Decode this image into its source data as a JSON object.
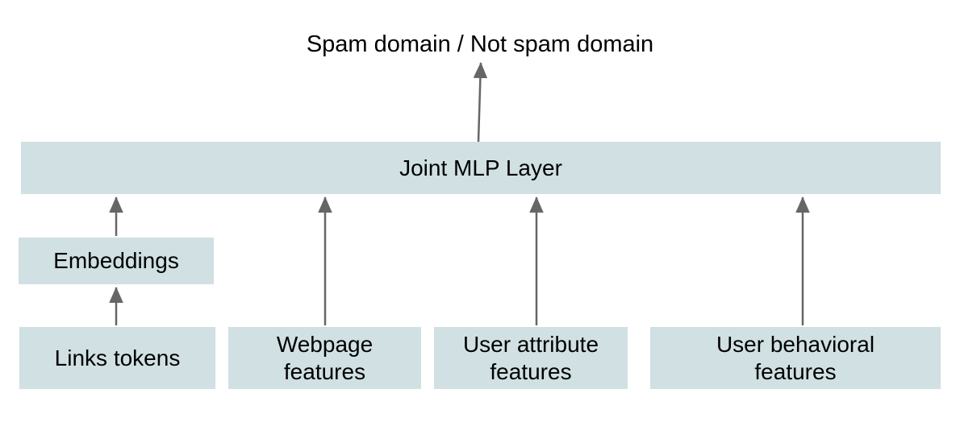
{
  "output": {
    "label": "Spam domain / Not spam domain"
  },
  "nodes": {
    "joint_mlp": {
      "label": "Joint MLP Layer"
    },
    "embeddings": {
      "label": "Embeddings"
    },
    "links_tokens": {
      "label": "Links tokens"
    },
    "webpage_features": {
      "label": "Webpage features",
      "lines": [
        "Webpage",
        "features"
      ]
    },
    "user_attribute_features": {
      "label": "User attribute features",
      "lines": [
        "User attribute",
        "features"
      ]
    },
    "user_behavioral_features": {
      "label": "User behavioral features",
      "lines": [
        "User behavioral",
        "features"
      ]
    }
  },
  "edges": [
    {
      "from": "links_tokens",
      "to": "embeddings"
    },
    {
      "from": "embeddings",
      "to": "joint_mlp"
    },
    {
      "from": "webpage_features",
      "to": "joint_mlp"
    },
    {
      "from": "user_attribute_features",
      "to": "joint_mlp"
    },
    {
      "from": "user_behavioral_features",
      "to": "joint_mlp"
    },
    {
      "from": "joint_mlp",
      "to": "output"
    }
  ],
  "colors": {
    "box_fill": "#d0e0e3",
    "arrow": "#666666",
    "text": "#000000",
    "background": "#ffffff"
  }
}
